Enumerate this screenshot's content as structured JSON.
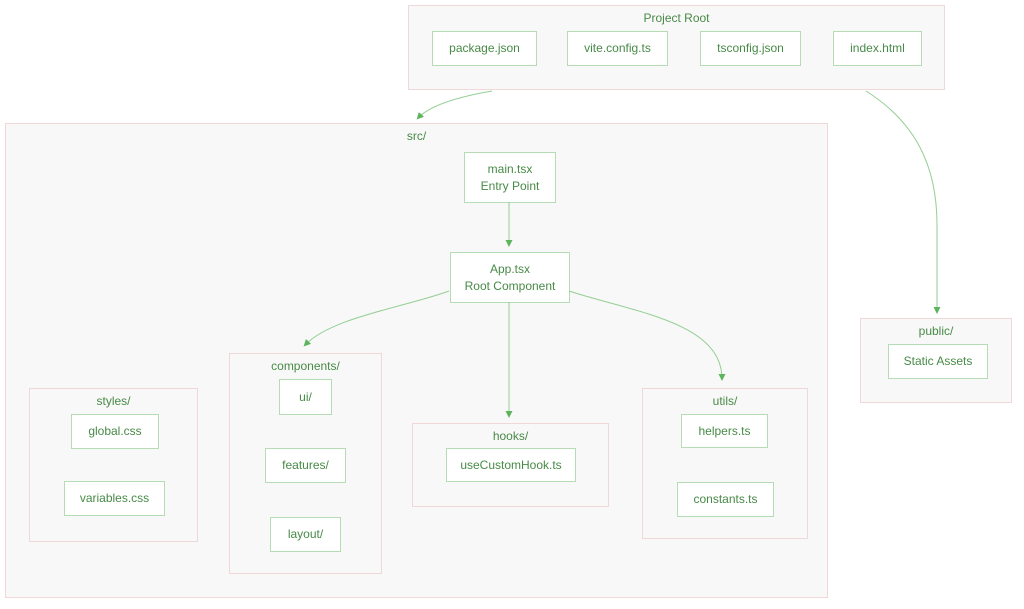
{
  "colors": {
    "container_border": "#f0d8d8",
    "container_fill": "#f9f8f8",
    "node_border": "#b5dcb5",
    "node_fill": "#ffffff",
    "text_green": "#478a47",
    "arrow_line": "#94ce94",
    "arrow_head": "#5cb55c"
  },
  "project_root": {
    "label": "Project Root",
    "files": {
      "package_json": "package.json",
      "vite_config": "vite.config.ts",
      "tsconfig": "tsconfig.json",
      "index_html": "index.html"
    }
  },
  "src": {
    "label": "src/",
    "main_node": {
      "title": "main.tsx",
      "subtitle": "Entry Point"
    },
    "app_node": {
      "title": "App.tsx",
      "subtitle": "Root Component"
    },
    "styles": {
      "label": "styles/",
      "files": {
        "global_css": "global.css",
        "variables_css": "variables.css"
      }
    },
    "components": {
      "label": "components/",
      "files": {
        "ui": "ui/",
        "features": "features/",
        "layout": "layout/"
      }
    },
    "hooks": {
      "label": "hooks/",
      "files": {
        "use_custom_hook": "useCustomHook.ts"
      }
    },
    "utils": {
      "label": "utils/",
      "files": {
        "helpers": "helpers.ts",
        "constants": "constants.ts"
      }
    }
  },
  "public_dir": {
    "label": "public/",
    "files": {
      "static_assets": "Static Assets"
    }
  }
}
